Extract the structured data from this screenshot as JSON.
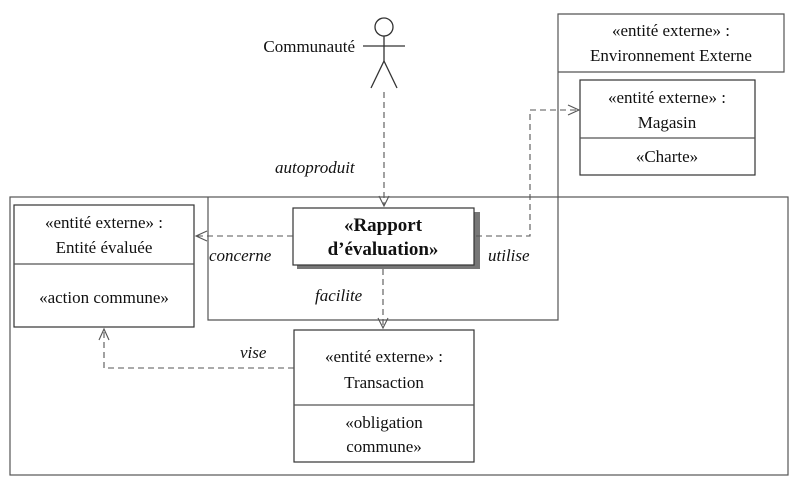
{
  "actor": {
    "label": "Communauté"
  },
  "entities": {
    "environnement": {
      "stereotype": "«entité externe» :",
      "name": "Environnement Externe"
    },
    "magasin": {
      "stereotype": "«entité externe» :",
      "name": "Magasin",
      "attribute": "«Charte»"
    },
    "evaluee": {
      "stereotype": "«entité externe» :",
      "name": "Entité évaluée",
      "attribute": "«action commune»"
    },
    "rapport": {
      "line1": "«Rapport",
      "line2": "d’évaluation»"
    },
    "transaction": {
      "stereotype": "«entité externe» :",
      "name": "Transaction",
      "attribute_line1": "«obligation",
      "attribute_line2": "commune»"
    }
  },
  "relations": {
    "autoproduit": "autoproduit",
    "concerne": "concerne",
    "utilise": "utilise",
    "facilite": "facilite",
    "vise": "vise"
  }
}
